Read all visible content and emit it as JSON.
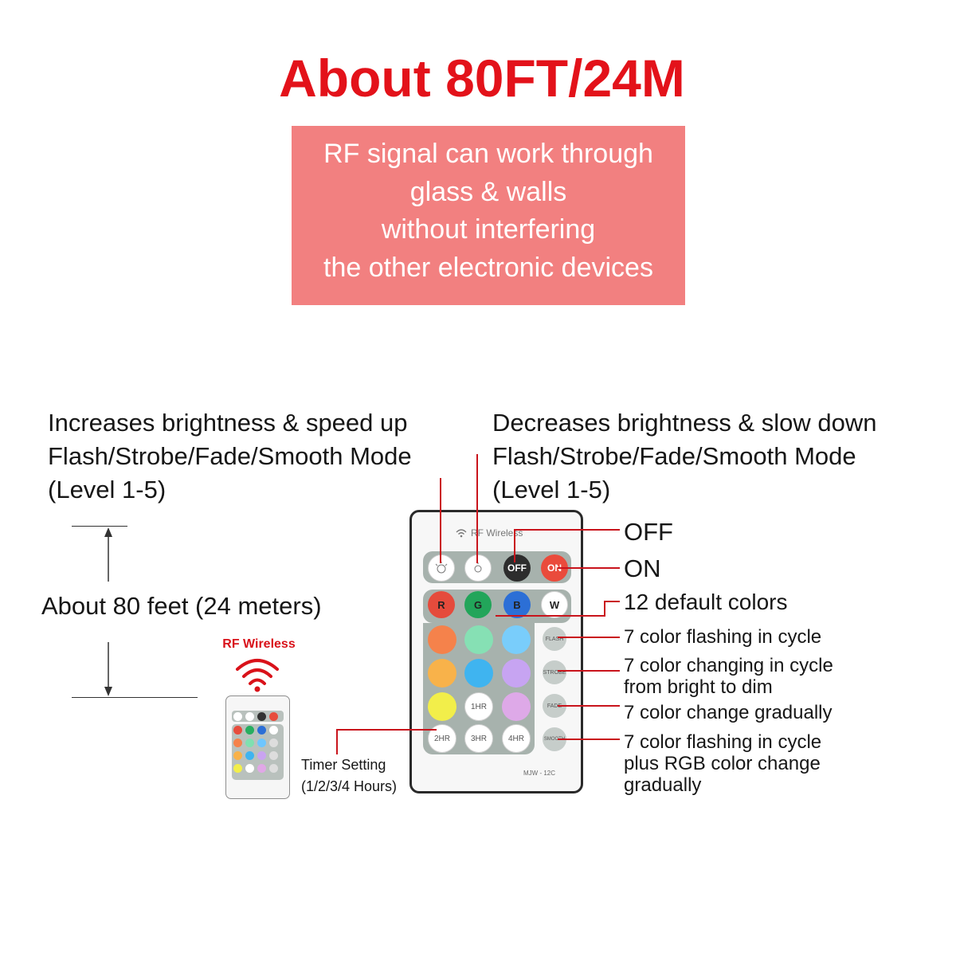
{
  "title": "About 80FT/24M",
  "info_lines": [
    "RF signal can work through",
    "glass & walls",
    "without interfering",
    "the other electronic devices"
  ],
  "increase_label": {
    "line1": "Increases brightness & speed up",
    "line2": "Flash/Strobe/Fade/Smooth Mode",
    "line3": "(Level 1-5)"
  },
  "decrease_label": {
    "line1": "Decreases brightness & slow down",
    "line2": "Flash/Strobe/Fade/Smooth Mode",
    "line3": "(Level 1-5)"
  },
  "distance_label": "About 80 feet (24 meters)",
  "rf_wireless_label": "RF Wireless",
  "remote": {
    "header": "RF Wireless",
    "model": "MJW - 12C",
    "buttons": {
      "off": "OFF",
      "on": "ON",
      "r": "R",
      "g": "G",
      "b": "B",
      "w": "W",
      "flash": "FLASH",
      "strobe": "STROBE",
      "fade": "FADE",
      "smooth": "SMOOTH",
      "t1": "1HR",
      "t2": "2HR",
      "t3": "3HR",
      "t4": "4HR"
    }
  },
  "callouts": {
    "off": "OFF",
    "on": "ON",
    "colors": "12 default colors",
    "flash": "7 color flashing in cycle",
    "strobe_1": "7 color changing in cycle",
    "strobe_2": "from bright to dim",
    "fade": "7 color change gradually",
    "smooth_1": "7 color flashing in cycle",
    "smooth_2": "plus RGB color change",
    "smooth_3": "gradually",
    "timer_1": "Timer Setting",
    "timer_2": "(1/2/3/4 Hours)"
  },
  "colors": {
    "title_red": "#e3121a",
    "box_pink": "#f28080",
    "leader_red": "#c9141c",
    "panel_gray": "#a7b2ad"
  }
}
